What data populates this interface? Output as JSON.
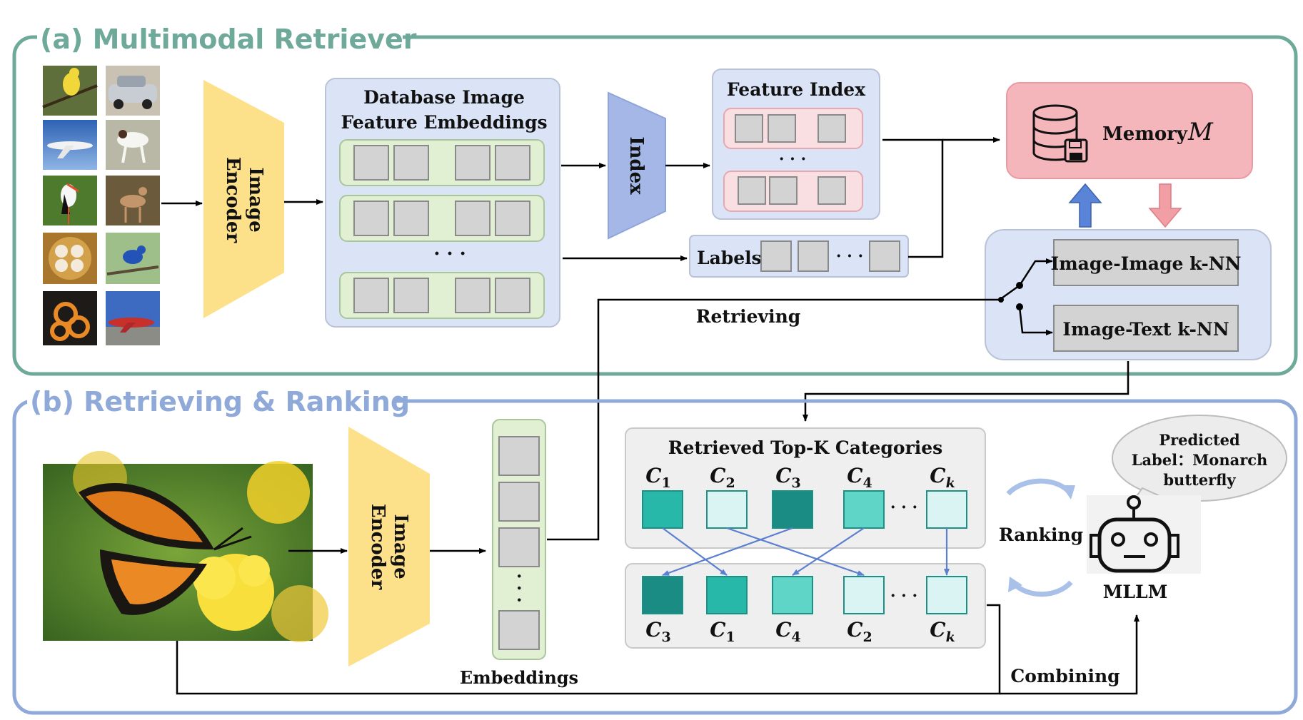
{
  "panels": {
    "a": {
      "title": "(a) Multimodal Retriever"
    },
    "b": {
      "title": "(b) Retrieving & Ranking"
    }
  },
  "encoder_label_line1": "Image",
  "encoder_label_line2": "Encoder",
  "database": {
    "title_line1": "Database Image",
    "title_line2": "Feature Embeddings",
    "ellipsis": "· · ·"
  },
  "index_label": "Index",
  "feature_index": {
    "title": "Feature Index",
    "ellipsis": "· · ·"
  },
  "labels": {
    "label": "Labels",
    "ellipsis": "· · ·"
  },
  "memory": {
    "label": "Memory",
    "symbol": "M"
  },
  "knn": {
    "image_image": "Image-Image k-NN",
    "image_text": "Image-Text k-NN"
  },
  "retrieving_label": "Retrieving",
  "embeddings_label": "Embeddings",
  "embeddings_ellipsis": "·  ·  ·",
  "topk": {
    "title": "Retrieved Top-K Categories",
    "ellipsis": "· · ·",
    "before": [
      {
        "label": "C",
        "sub": "1",
        "color": "#27b8a9"
      },
      {
        "label": "C",
        "sub": "2",
        "color": "#d9f4f2"
      },
      {
        "label": "C",
        "sub": "3",
        "color": "#1b8c83"
      },
      {
        "label": "C",
        "sub": "4",
        "color": "#5fd5c8"
      },
      {
        "label": "C",
        "sub": "k",
        "color": "#d9f4f2"
      }
    ],
    "after": [
      {
        "label": "C",
        "sub": "3",
        "color": "#1b8c83"
      },
      {
        "label": "C",
        "sub": "1",
        "color": "#27b8a9"
      },
      {
        "label": "C",
        "sub": "4",
        "color": "#5fd5c8"
      },
      {
        "label": "C",
        "sub": "2",
        "color": "#d9f4f2"
      },
      {
        "label": "C",
        "sub": "k",
        "color": "#d9f4f2"
      }
    ]
  },
  "ranking_label": "Ranking",
  "combining_label": "Combining",
  "mllm_label": "MLLM",
  "prediction": {
    "line1": "Predicted",
    "line2": "Label：Monarch",
    "line3": "butterfly"
  },
  "colors": {
    "panel_a": "#6fa99a",
    "panel_b": "#8fa9d9",
    "encoder": "#fde08a",
    "index": "#a4b7e6",
    "memory": "#f4b5bb",
    "feature_row": "#e1efd3",
    "index_row": "#f9dfe1",
    "container": "#dbe3f6",
    "grey_cell": "#d3d3d3",
    "arrow_blue": "#5b7fd1",
    "arrow_up": "#5a84d8",
    "arrow_down": "#f19ea5"
  },
  "icons": [
    "database-icon",
    "floppy-save-icon",
    "robot-icon",
    "switch-icon",
    "curved-arrow-icon"
  ]
}
